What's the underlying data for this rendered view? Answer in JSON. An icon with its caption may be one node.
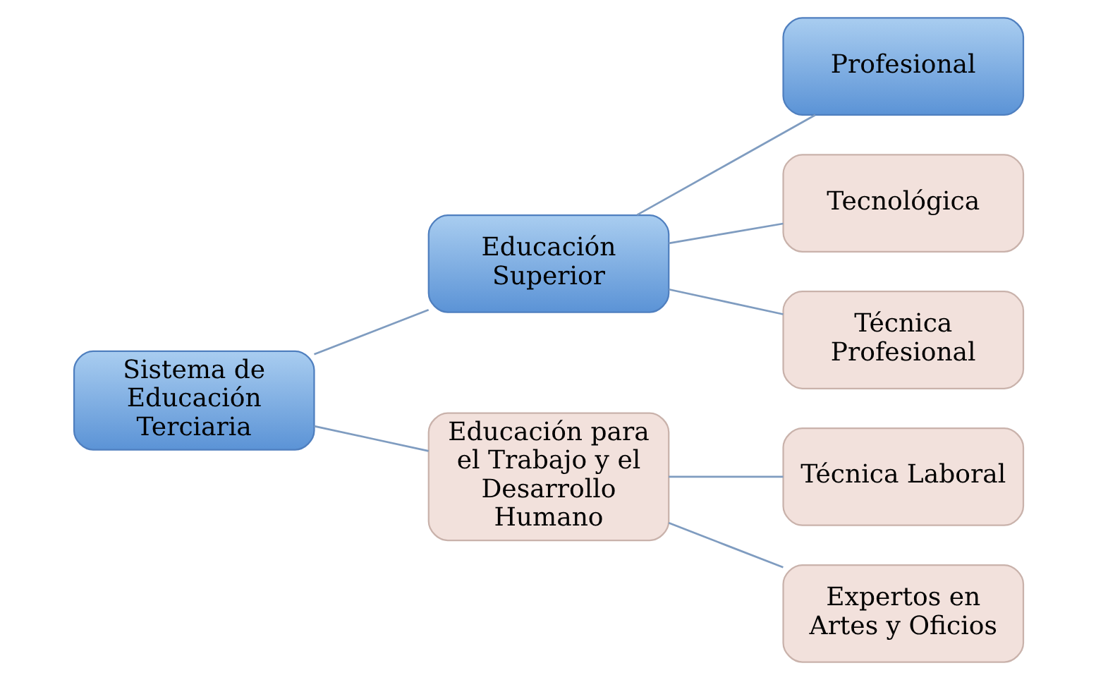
{
  "diagram": {
    "nodes": [
      {
        "text": [
          "Sistema de Educación Terciaria"
        ]
      },
      {
        "text": [
          "Educación Superior"
        ]
      },
      {
        "text": [
          "Educación para el Trabajo y el Desarrollo Humano"
        ]
      },
      {
        "text": [
          "Profesional"
        ]
      },
      {
        "text": [
          "Tecnológica"
        ]
      },
      {
        "text": [
          "Técnica Profesional"
        ]
      },
      {
        "text": [
          "Técnica Laboral"
        ]
      },
      {
        "text": [
          "Expertos en Artes y Oficios"
        ]
      }
    ],
    "edges": [
      {
        "from": 0,
        "to": 1,
        "arrow": "none"
      },
      {
        "from": 0,
        "to": 2,
        "arrow": "none"
      },
      {
        "from": 1,
        "to": 3,
        "arrow": "none"
      },
      {
        "from": 1,
        "to": 4,
        "arrow": "none"
      },
      {
        "from": 1,
        "to": 5,
        "arrow": "none"
      },
      {
        "from": 2,
        "to": 6,
        "arrow": "none"
      },
      {
        "from": 2,
        "to": 7,
        "arrow": "none"
      }
    ]
  }
}
